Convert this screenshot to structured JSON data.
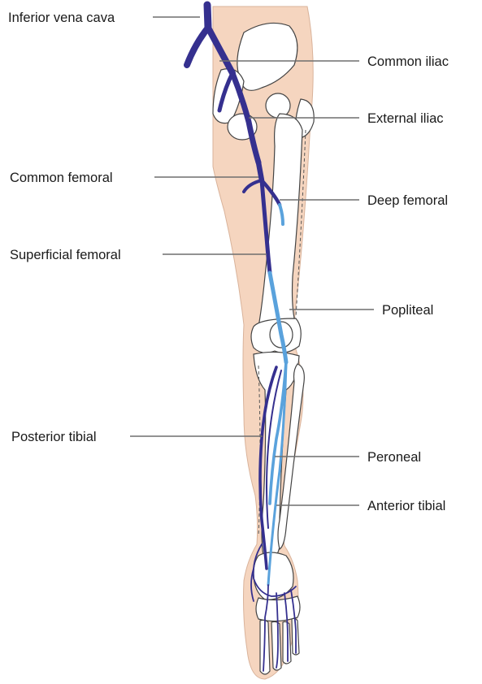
{
  "colors": {
    "skin": "#f5d5bf",
    "deep_vein": "#35308f",
    "light_vein": "#5aa2dc",
    "leader_line": "#6f6f6f"
  },
  "labels": {
    "inferior_vena_cava": "Inferior vena cava",
    "common_iliac": "Common iliac",
    "external_iliac": "External iliac",
    "common_femoral": "Common femoral",
    "deep_femoral": "Deep femoral",
    "superficial_femoral": "Superficial femoral",
    "popliteal": "Popliteal",
    "posterior_tibial": "Posterior tibial",
    "peroneal": "Peroneal",
    "anterior_tibial": "Anterior tibial"
  }
}
